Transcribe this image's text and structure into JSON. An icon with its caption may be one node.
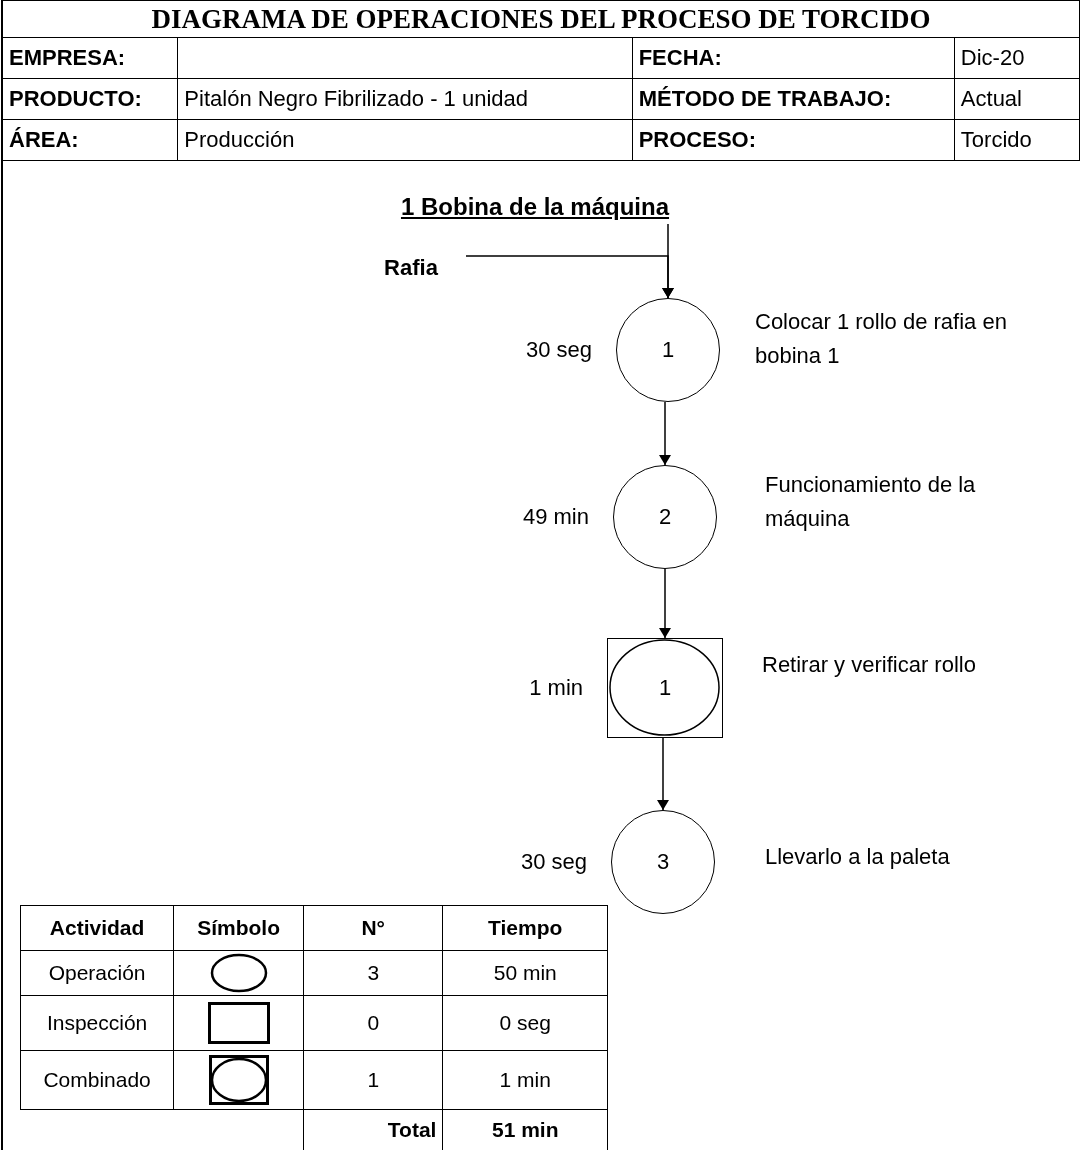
{
  "diagram": {
    "title": "DIAGRAMA DE OPERACIONES DEL PROCESO DE TORCIDO",
    "nodes": [
      {
        "text": [
          "1 Bobina de la máquina"
        ]
      },
      {
        "text": [
          "Rafia"
        ]
      },
      {
        "text": [
          "1"
        ],
        "beside": [
          "30 seg",
          "Colocar 1 rollo de rafia en bobina 1"
        ]
      },
      {
        "text": [
          "2"
        ],
        "beside": [
          "49 min",
          "Funcionamiento de la máquina"
        ]
      },
      {
        "text": [
          "1"
        ],
        "beside": [
          "1 min",
          "Retirar y verificar rollo"
        ]
      },
      {
        "text": [
          "3"
        ],
        "beside": [
          "30 seg",
          "Llevarlo a la paleta"
        ]
      }
    ],
    "edges": [
      {
        "from": 0,
        "to": 2,
        "arrow": "to"
      },
      {
        "from": 1,
        "to": 2,
        "arrow": "to"
      },
      {
        "from": 2,
        "to": 3,
        "arrow": "to"
      },
      {
        "from": 3,
        "to": 4,
        "arrow": "to"
      },
      {
        "from": 4,
        "to": 5,
        "arrow": "to"
      }
    ],
    "labels": [
      "EMPRESA:",
      "FECHA:",
      "Dic-20",
      "PRODUCTO:",
      "Pitalón Negro Fibrilizado - 1 unidad",
      "MÉTODO DE TRABAJO:",
      "Actual",
      "ÁREA:",
      "Producción",
      "PROCESO:",
      "Torcido",
      "Actividad",
      "Símbolo",
      "N°",
      "Tiempo",
      "Operación",
      "3",
      "50 min",
      "Inspección",
      "0",
      "0 seg",
      "Combinado",
      "1",
      "1 min",
      "Total",
      "51 min"
    ]
  }
}
